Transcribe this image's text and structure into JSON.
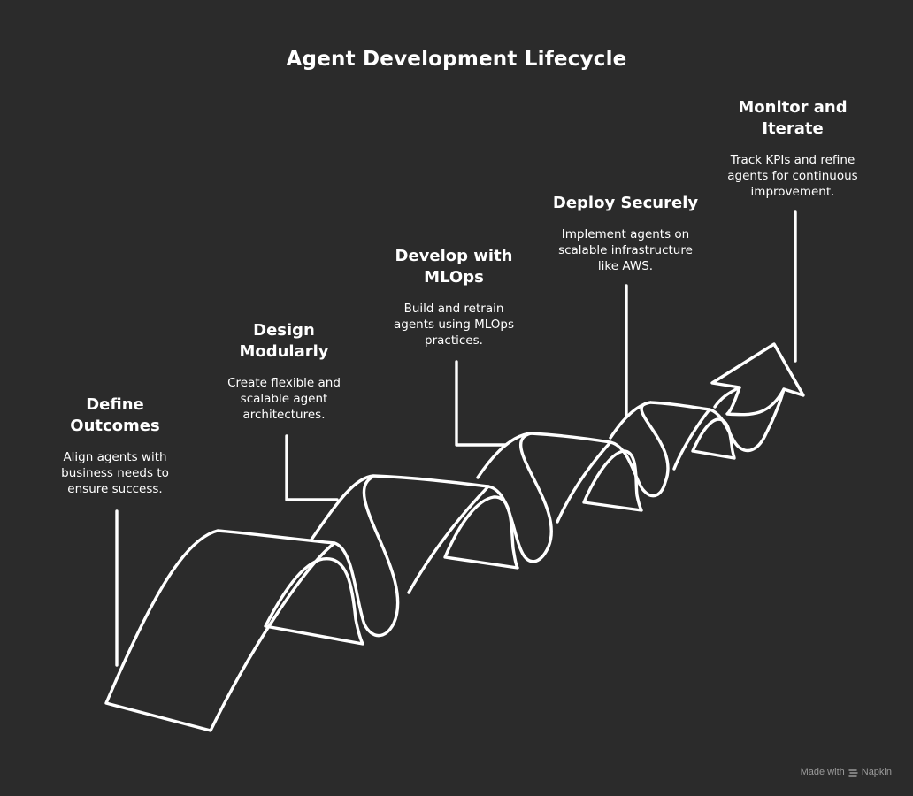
{
  "title": "Agent Development Lifecycle",
  "steps": [
    {
      "title_lines": [
        "Define",
        "Outcomes"
      ],
      "desc_lines": [
        "Align agents with",
        "business needs to",
        "ensure success."
      ]
    },
    {
      "title_lines": [
        "Design",
        "Modularly"
      ],
      "desc_lines": [
        "Create flexible and",
        "scalable agent",
        "architectures."
      ]
    },
    {
      "title_lines": [
        "Develop with",
        "MLOps"
      ],
      "desc_lines": [
        "Build and retrain",
        "agents using MLOps",
        "practices."
      ]
    },
    {
      "title_lines": [
        "Deploy Securely"
      ],
      "desc_lines": [
        "Implement agents on",
        "scalable infrastructure",
        "like AWS."
      ]
    },
    {
      "title_lines": [
        "Monitor and",
        "Iterate"
      ],
      "desc_lines": [
        "Track KPIs and refine",
        "agents for continuous",
        "improvement."
      ]
    }
  ],
  "watermark": {
    "made_with": "Made with",
    "brand": "Napkin"
  },
  "colors": {
    "background": "#2b2b2b",
    "stroke": "#ffffff",
    "watermark": "#9a9a9a"
  }
}
